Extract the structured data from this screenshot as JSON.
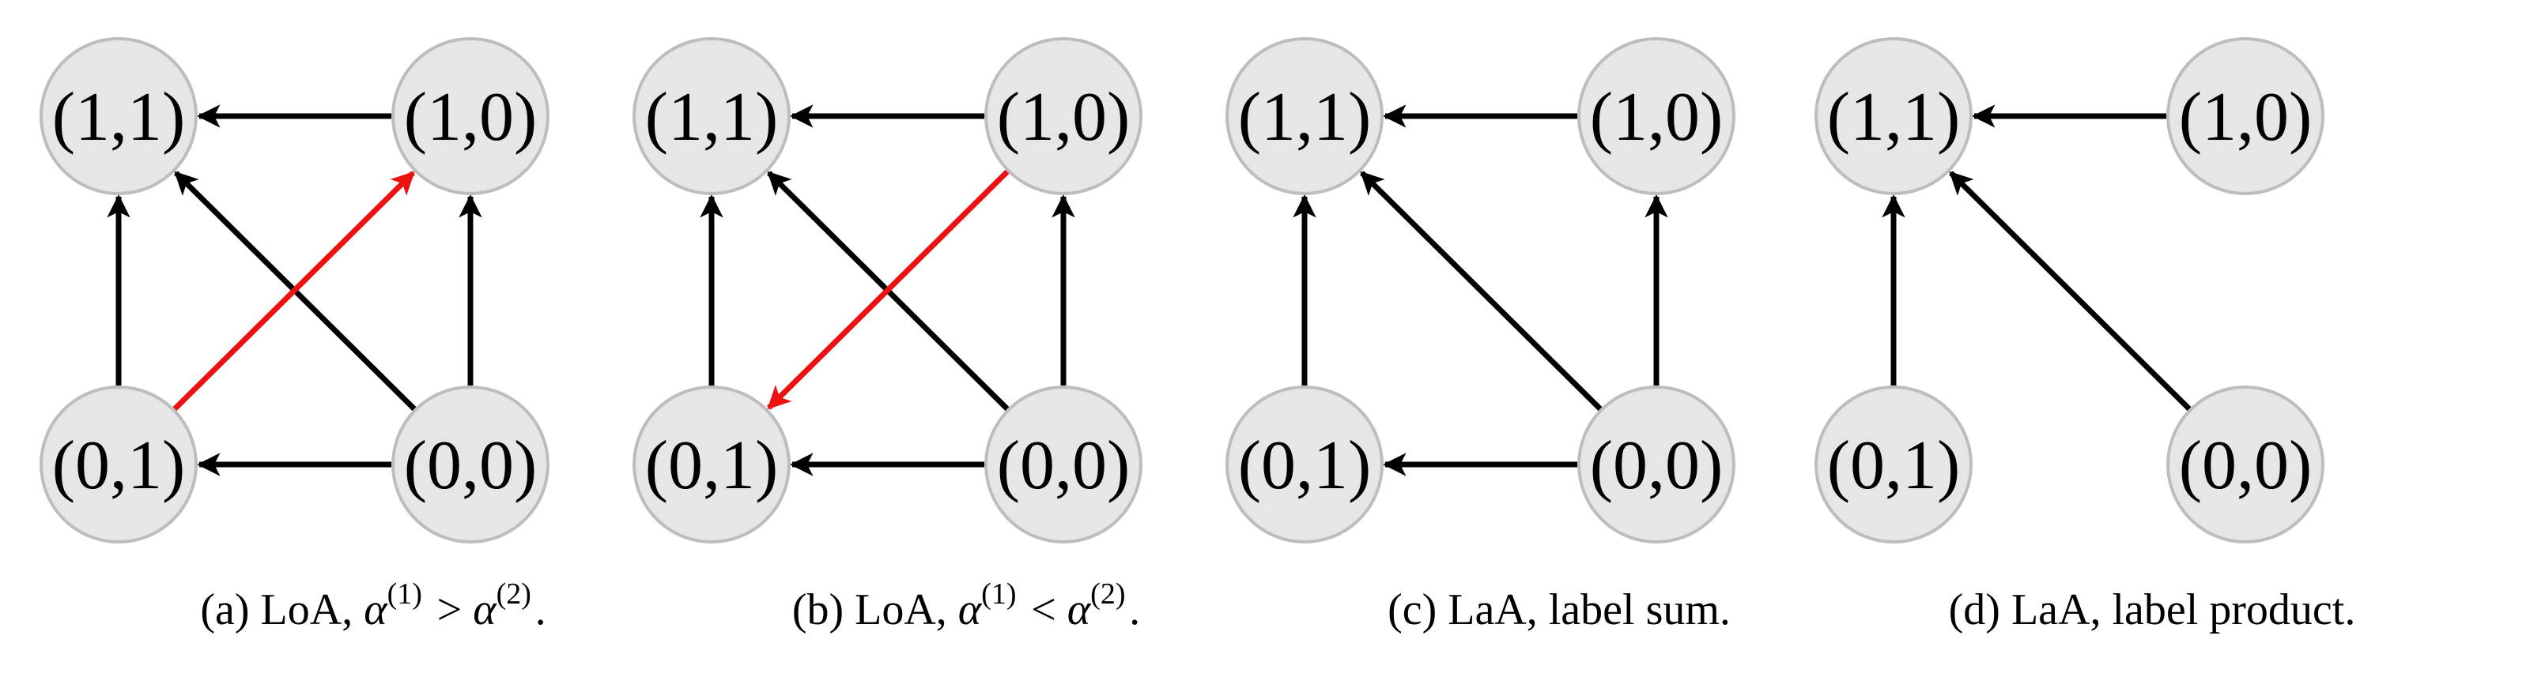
{
  "panels": [
    {
      "id": "a",
      "caption": {
        "prefix": "(a) LoA,",
        "math": [
          {
            "t": "α",
            "sup": "(1)"
          },
          {
            "t": " > "
          },
          {
            "t": "α",
            "sup": "(2)"
          },
          {
            "t": "."
          }
        ]
      },
      "nodes": {
        "tl": "(1,1)",
        "tr": "(1,0)",
        "bl": "(0,1)",
        "br": "(0,0)"
      },
      "edges": [
        {
          "from": "tr",
          "to": "tl",
          "color": "black"
        },
        {
          "from": "bl",
          "to": "tl",
          "color": "black"
        },
        {
          "from": "br",
          "to": "tl",
          "color": "black"
        },
        {
          "from": "br",
          "to": "tr",
          "color": "black"
        },
        {
          "from": "br",
          "to": "bl",
          "color": "black"
        },
        {
          "from": "bl",
          "to": "tr",
          "color": "red"
        }
      ]
    },
    {
      "id": "b",
      "caption": {
        "prefix": "(b) LoA,",
        "math": [
          {
            "t": "α",
            "sup": "(1)"
          },
          {
            "t": " < "
          },
          {
            "t": "α",
            "sup": "(2)"
          },
          {
            "t": "."
          }
        ]
      },
      "nodes": {
        "tl": "(1,1)",
        "tr": "(1,0)",
        "bl": "(0,1)",
        "br": "(0,0)"
      },
      "edges": [
        {
          "from": "tr",
          "to": "tl",
          "color": "black"
        },
        {
          "from": "bl",
          "to": "tl",
          "color": "black"
        },
        {
          "from": "br",
          "to": "tl",
          "color": "black"
        },
        {
          "from": "br",
          "to": "tr",
          "color": "black"
        },
        {
          "from": "br",
          "to": "bl",
          "color": "black"
        },
        {
          "from": "tr",
          "to": "bl",
          "color": "red"
        }
      ]
    },
    {
      "id": "c",
      "caption": {
        "prefix": "(c) LaA, label sum.",
        "math": []
      },
      "nodes": {
        "tl": "(1,1)",
        "tr": "(1,0)",
        "bl": "(0,1)",
        "br": "(0,0)"
      },
      "edges": [
        {
          "from": "tr",
          "to": "tl",
          "color": "black"
        },
        {
          "from": "bl",
          "to": "tl",
          "color": "black"
        },
        {
          "from": "br",
          "to": "tl",
          "color": "black"
        },
        {
          "from": "br",
          "to": "tr",
          "color": "black"
        },
        {
          "from": "br",
          "to": "bl",
          "color": "black"
        }
      ]
    },
    {
      "id": "d",
      "caption": {
        "prefix": "(d) LaA, label product.",
        "math": []
      },
      "nodes": {
        "tl": "(1,1)",
        "tr": "(1,0)",
        "bl": "(0,1)",
        "br": "(0,0)"
      },
      "edges": [
        {
          "from": "tr",
          "to": "tl",
          "color": "black"
        },
        {
          "from": "bl",
          "to": "tl",
          "color": "black"
        },
        {
          "from": "br",
          "to": "tl",
          "color": "black"
        }
      ]
    }
  ],
  "colors": {
    "node_fill": "#e6e6e6",
    "node_stroke": "#bdbdbd",
    "edge_black": "#000000",
    "edge_red": "#ee1111",
    "text": "#000000"
  }
}
